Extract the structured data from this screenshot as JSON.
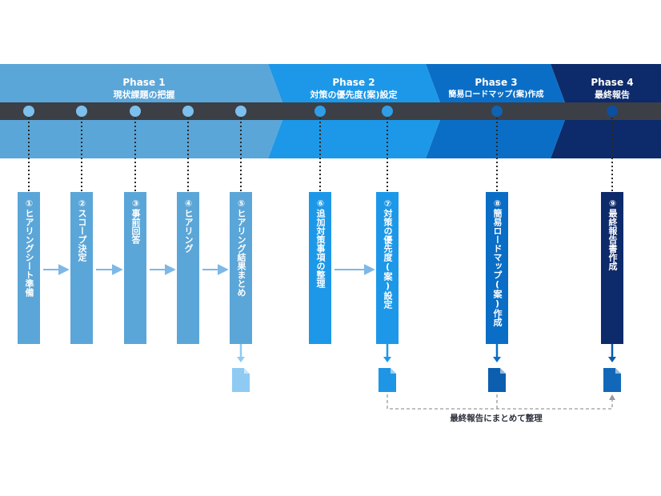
{
  "phases": [
    {
      "label": "Phase 1",
      "title": "現状課題の把握",
      "color": "#5ba6d8"
    },
    {
      "label": "Phase 2",
      "title": "対策の優先度(案)設定",
      "color": "#1d98e8"
    },
    {
      "label": "Phase 3",
      "title": "簡易ロードマップ(案)作成",
      "color": "#0b6ec6"
    },
    {
      "label": "Phase 4",
      "title": "最終報告",
      "color": "#0d2a6b"
    }
  ],
  "steps": [
    {
      "text": "①ヒアリングシート準備",
      "phase": 1
    },
    {
      "text": "②スコープ決定",
      "phase": 1
    },
    {
      "text": "③事前回答",
      "phase": 1
    },
    {
      "text": "④ヒアリング",
      "phase": 1
    },
    {
      "text": "⑤ヒアリング結果まとめ",
      "phase": 1
    },
    {
      "text": "⑥追加対策事項の整理",
      "phase": 2
    },
    {
      "text": "⑦対策の優先度(案)設定",
      "phase": 2
    },
    {
      "text": "⑧簡易ロードマップ(案)作成",
      "phase": 3
    },
    {
      "text": "⑨最終報告書作成",
      "phase": 4
    }
  ],
  "deliverables_note": "最終報告にまとめて整理",
  "colors": {
    "timeline_bar": "#3c3f45",
    "phase1_dot": "#7cc0ee",
    "phase2_dot": "#2f9ee6",
    "phase3_dot": "#0e63b3",
    "phase4_dot": "#0c4f9e",
    "doc1": "#8fcaf3",
    "doc2": "#1f95e5",
    "doc3": "#0b5fae",
    "doc4": "#1268b8",
    "arrow": "#7db8e6",
    "dashed": "#9a9a9a"
  }
}
